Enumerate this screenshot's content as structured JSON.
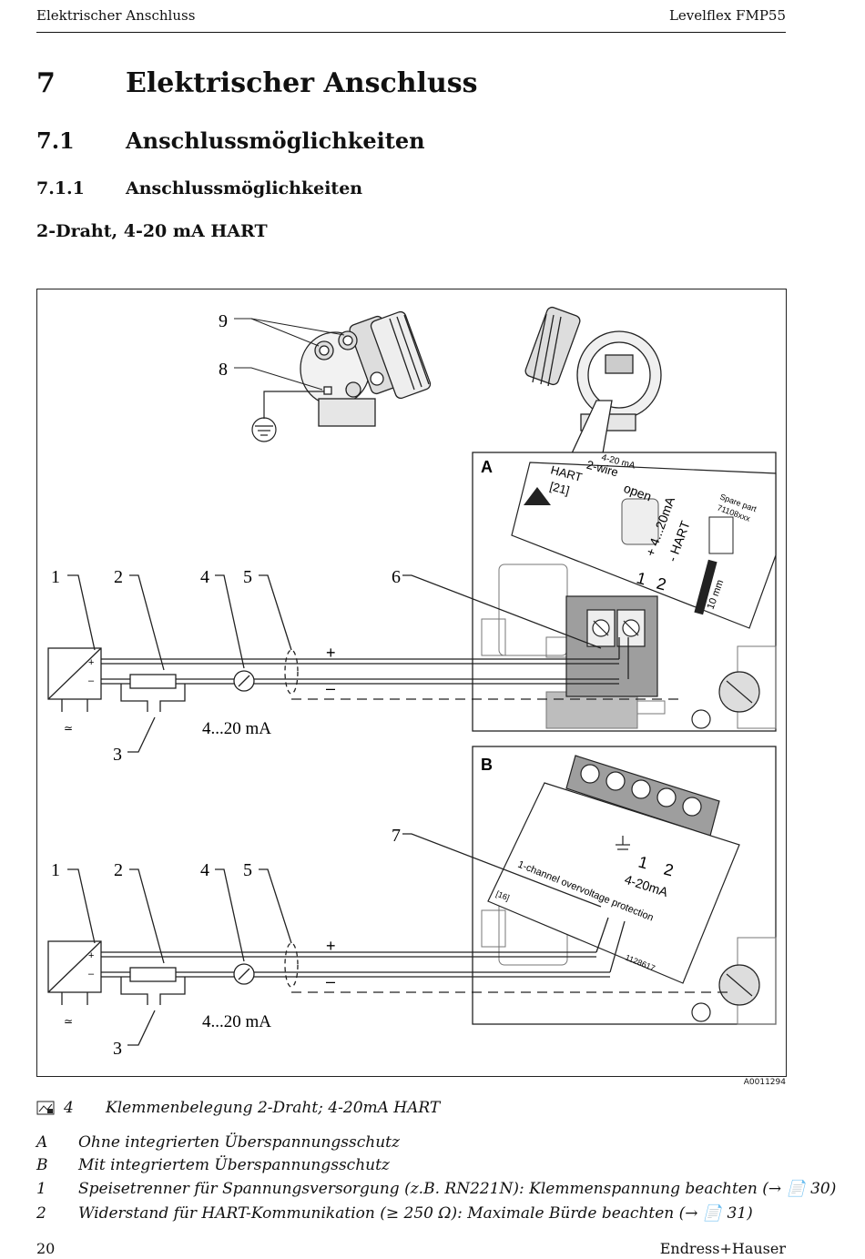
{
  "header": {
    "left": "Elektrischer Anschluss",
    "right": "Levelflex FMP55"
  },
  "headings": {
    "h1": {
      "num": "7",
      "title": "Elektrischer Anschluss"
    },
    "h2": {
      "num": "7.1",
      "title": "Anschlussmöglichkeiten"
    },
    "h3": {
      "num": "7.1.1",
      "title": "Anschlussmöglichkeiten"
    },
    "h4": "2-Draht, 4-20 mA HART"
  },
  "figure": {
    "id": "A0011294",
    "callouts": [
      "1",
      "2",
      "3",
      "4",
      "5",
      "6",
      "7",
      "8",
      "9"
    ],
    "panel_a_label": "A",
    "panel_b_label": "B",
    "current_label": "4...20 mA",
    "plus": "+",
    "minus": "–",
    "label_a": {
      "hart": "HART",
      "ref": "[21]",
      "wire": "2-wire",
      "range": "4-20 mA",
      "open": "open",
      "spare": "Spare part",
      "spare_no": "71108xxx",
      "mode": "+ 4...20mA",
      "mode2": "- HART",
      "t1": "1",
      "t2": "2",
      "mm": "10 mm"
    },
    "label_b": {
      "t1": "1",
      "t2": "2",
      "range": "4-20mA",
      "protection": "1-channel overvoltage protection",
      "ref": "[16]",
      "part": "1128617"
    }
  },
  "caption": {
    "num": "4",
    "text": "Klemmenbelegung 2-Draht; 4-20mA HART"
  },
  "legend": [
    {
      "key": "A",
      "text": "Ohne integrierten Überspannungsschutz"
    },
    {
      "key": "B",
      "text": "Mit integriertem Überspannungsschutz"
    },
    {
      "key": "1",
      "text": "Speisetrenner für Spannungsversorgung (z.B. RN221N): Klemmenspannung beachten (→ 📄 30)"
    },
    {
      "key": "2",
      "text": "Widerstand für HART-Kommunikation (≥ 250 Ω): Maximale Bürde beachten (→ 📄 31)"
    }
  ],
  "footer": {
    "page": "20",
    "brand": "Endress+Hauser"
  }
}
